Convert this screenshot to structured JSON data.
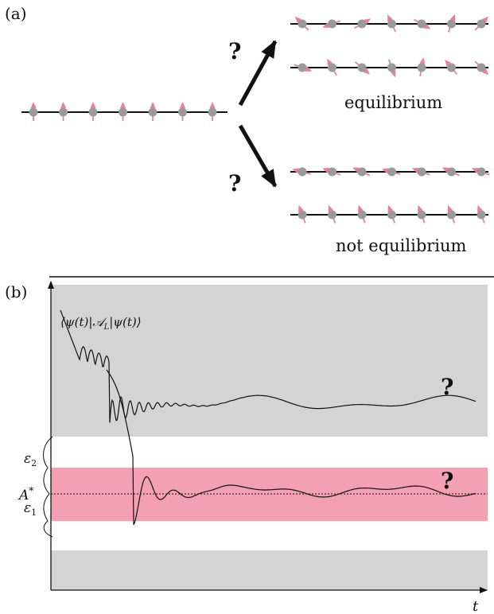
{
  "panel_a": {
    "label": "(a)",
    "question_upper": "?",
    "question_lower": "?",
    "caption_equilibrium": "equilibrium",
    "caption_not_equilibrium": "not equilibrium",
    "spin_count": 7,
    "initial_angles_deg": [
      0,
      0,
      0,
      0,
      0,
      0,
      0
    ],
    "chains": [
      {
        "name": "equilibrium-chain-1",
        "angles_deg": [
          -45,
          -110,
          60,
          -25,
          120,
          20,
          45
        ]
      },
      {
        "name": "equilibrium-chain-2",
        "angles_deg": [
          110,
          -30,
          130,
          160,
          10,
          -40,
          135
        ]
      },
      {
        "name": "not-equilibrium-chain-1",
        "angles_deg": [
          -75,
          -70,
          -65,
          -75,
          -70,
          -65,
          -70
        ]
      },
      {
        "name": "not-equilibrium-chain-2",
        "angles_deg": [
          -20,
          -20,
          -20,
          -20,
          -20,
          -20,
          -20
        ]
      }
    ],
    "colors": {
      "spin": "#f07aa8",
      "site": "#9a9a9a",
      "line": "#111111"
    }
  },
  "panel_b": {
    "label": "(b)",
    "expectation_label": "⟨ψ(t)|𝒜",
    "expectation_sub": "L",
    "expectation_tail": "|ψ(t)⟩",
    "eps2": "ε",
    "eps2_sub": "2",
    "eps1": "ε",
    "eps1_sub": "1",
    "a_star": "A",
    "a_star_sup": "*",
    "t_label": "t",
    "question_upper": "?",
    "question_lower": "?",
    "colors": {
      "grey_band": "#d4d4d4",
      "pink_band": "#f3a0b3",
      "curve": "#111111"
    }
  }
}
